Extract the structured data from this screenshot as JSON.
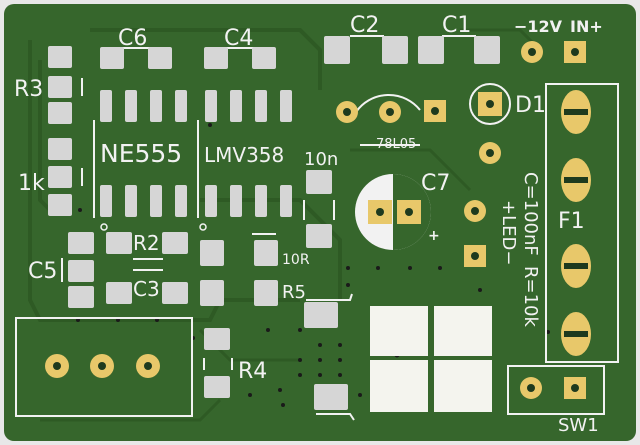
{
  "board": {
    "colors": {
      "edge": "#e8e8e8",
      "board": "#36662c",
      "copper": "#2e5a24",
      "silk": "#f2f2f2",
      "pad": "#d6d6d6",
      "ring": "#e8c86a"
    },
    "labels": {
      "c6": "C6",
      "c4": "C4",
      "c2": "C2",
      "c1": "C1",
      "minus12v": "−12V",
      "in_plus": "IN+",
      "r3": "R3",
      "r_1k": "1k",
      "ne555": "NE555",
      "lmv358": "LMV358",
      "reg": "78L05",
      "d1": "D1",
      "n10": "10n",
      "c7": "C7",
      "f1": "F1",
      "c_100nf": "C=100nF",
      "r_10k": "R=10k",
      "led": "+LED−",
      "r2": "R2",
      "c5": "C5",
      "c3": "C3",
      "r10": "10R",
      "r5": "R5",
      "r4": "R4",
      "sw1": "SW1"
    }
  }
}
